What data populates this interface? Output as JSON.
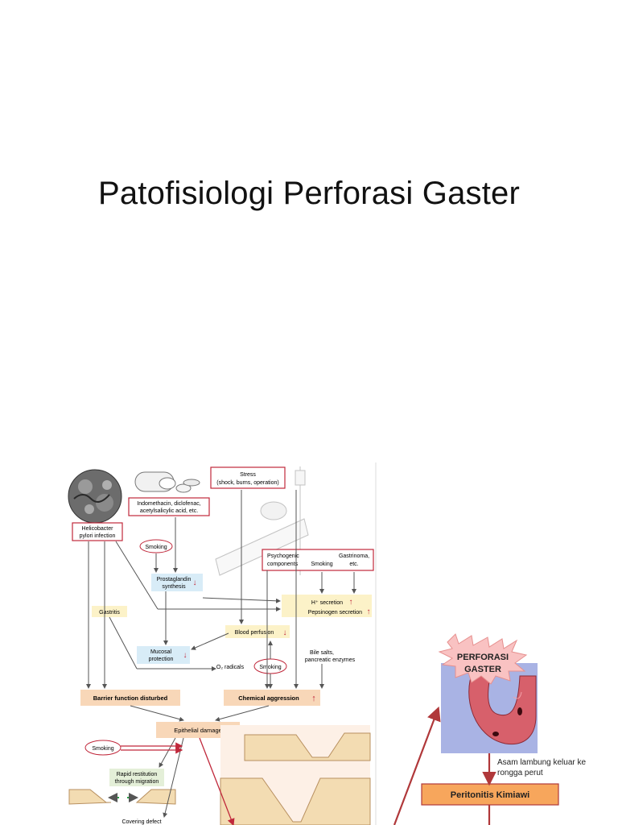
{
  "title": "Patofisiologi Perforasi Gaster",
  "left_diagram": {
    "helicobacter": [
      "Helicobacter",
      "pylori infection"
    ],
    "nsaids": [
      "Indomethacin, diclofenac,",
      "acetylsalicylic acid, etc."
    ],
    "stress": [
      "Stress",
      "(shock, burns, operation)"
    ],
    "smoking_1": "Smoking",
    "prostaglandin": [
      "Prostaglandin",
      "synthesis"
    ],
    "psychogenic": [
      "Psychogenic",
      "components"
    ],
    "smoking_2": "Smoking",
    "gastrinoma": [
      "Gastrinoma,",
      "etc."
    ],
    "h_secretion": "H⁺ secretion",
    "pepsinogen_secretion": "Pepsinogen secretion",
    "gastritis": "Gastritis",
    "blood_perfusion": "Blood perfusion",
    "bile_salts": [
      "Bile salts,",
      "pancreatic enzymes"
    ],
    "mucosal_protection": [
      "Mucosal",
      "protection"
    ],
    "o2_radicals": "O₂ radicals",
    "smoking_3": "Smoking",
    "barrier_function": "Barrier function disturbed",
    "chemical_aggression": "Chemical aggression",
    "epithelial_damage": "Epithelial damage",
    "smoking_4": "Smoking",
    "rapid_restitution": [
      "Rapid restitution",
      "through migration"
    ],
    "covering_defect": "Covering defect"
  },
  "right_diagram": {
    "perforasi": [
      "PERFORASI",
      "GASTER"
    ],
    "asam_lambung": [
      "Asam lambung keluar ke",
      "rongga perut"
    ],
    "peritonitis": "Peritonitis Kimiawi"
  },
  "colors": {
    "peach_box": "#f8d7b8",
    "yellow_box": "#fcf2c8",
    "blue_box": "#d8ecf7",
    "red_outline": "#c0283b",
    "orange_box": "#f7a65c",
    "starburst": "#f9c2c2",
    "stomach": "#d7606b",
    "dark_red_arrow": "#b0383a"
  }
}
